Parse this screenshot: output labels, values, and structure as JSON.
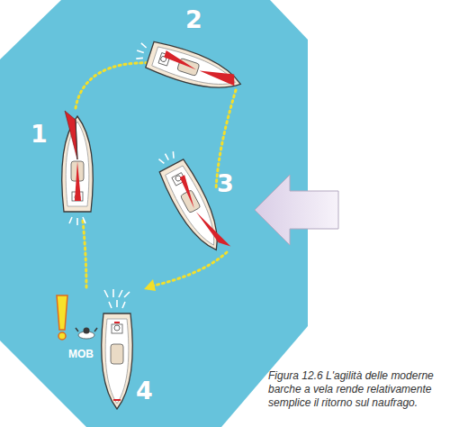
{
  "diagram": {
    "caption": "Figura 12.6 L'agilità delle moderne barche a vela rende relativamente semplice il ritorno sul naufrago.",
    "labels": [
      "1",
      "2",
      "3",
      "4",
      "MOB"
    ]
  }
}
